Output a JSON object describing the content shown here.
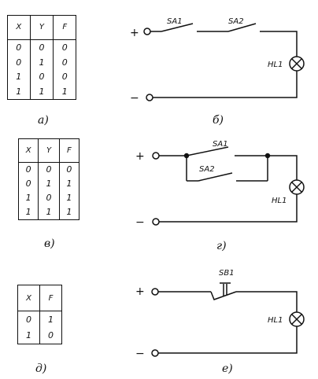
{
  "tables": {
    "a": {
      "headers": [
        "X",
        "Y",
        "F"
      ],
      "rows": [
        [
          "0",
          "0",
          "0"
        ],
        [
          "0",
          "1",
          "0"
        ],
        [
          "1",
          "0",
          "0"
        ],
        [
          "1",
          "1",
          "1"
        ]
      ]
    },
    "v": {
      "headers": [
        "X",
        "Y",
        "F"
      ],
      "rows": [
        [
          "0",
          "0",
          "0"
        ],
        [
          "0",
          "1",
          "1"
        ],
        [
          "1",
          "0",
          "1"
        ],
        [
          "1",
          "1",
          "1"
        ]
      ]
    },
    "d": {
      "headers": [
        "X",
        "F"
      ],
      "rows": [
        [
          "0",
          "1"
        ],
        [
          "1",
          "0"
        ]
      ]
    }
  },
  "captions": {
    "a": "а)",
    "b": "б)",
    "v": "в)",
    "g": "г)",
    "d": "д)",
    "e": "е)"
  },
  "circuit_b": {
    "plus": "+",
    "minus": "−",
    "sw1": "SA1",
    "sw2": "SA2",
    "lamp": "HL1"
  },
  "circuit_g": {
    "plus": "+",
    "minus": "−",
    "sw1": "SA1",
    "sw2": "SA2",
    "lamp": "HL1"
  },
  "circuit_e": {
    "plus": "+",
    "minus": "−",
    "button": "SB1",
    "lamp": "HL1"
  }
}
